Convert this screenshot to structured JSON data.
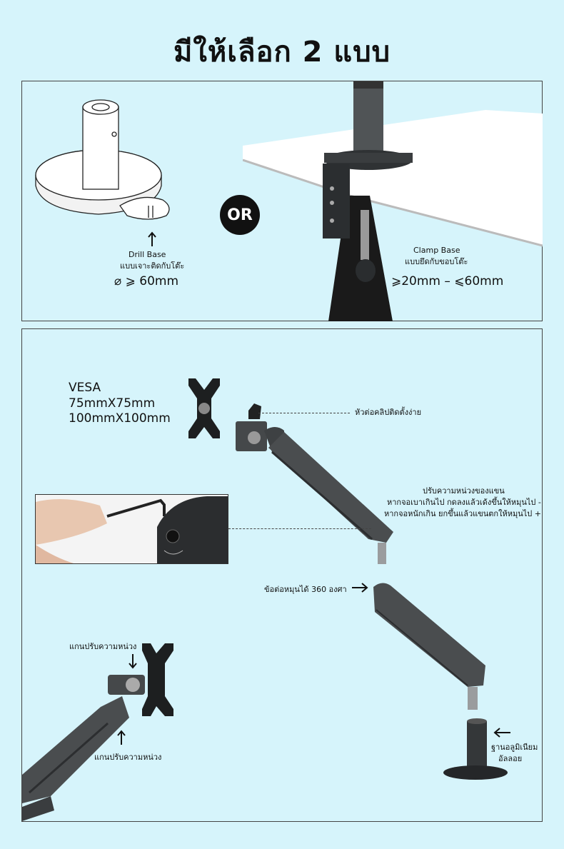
{
  "title": "มีให้เลือก 2 แบบ",
  "or_label": "OR",
  "drill_base": {
    "name": "Drill Base",
    "desc": "แบบเจาะติดกับโต๊ะ",
    "spec": "⌀ ⩾ 60mm"
  },
  "clamp_base": {
    "name": "Clamp Base",
    "desc": "แบบยึดกับขอบโต๊ะ",
    "spec": "⩾20mm –  ⩽60mm"
  },
  "vesa": {
    "line1": "VESA",
    "line2": "75mmX75mm",
    "line3": "100mmX100mm"
  },
  "labels": {
    "quick_clip": "หัวต่อคลิปติดตั้งง่าย",
    "tension_title": "ปรับความหน่วงของแขน",
    "tension_light": "หากจอเบาเกินไป กดลงแล้วเด้งขึ้นให้หมุนไป -",
    "tension_heavy": "หากจอหนักเกิน ยกขึ้นแล้วแขนตกให้หมุนไป +",
    "rotate_360": "ข้อต่อหมุนได้ 360 องศา",
    "tilt_axis_top": "แกนปรับความหน่วง",
    "tilt_axis_bottom": "แกนปรับความหน่วง",
    "aluminium_base_1": "ฐานอลูมิเนียม",
    "aluminium_base_2": "อัลลอย"
  },
  "colors": {
    "background": "#d6f4fb",
    "arm": "#4a4d4f",
    "text": "#111111"
  }
}
